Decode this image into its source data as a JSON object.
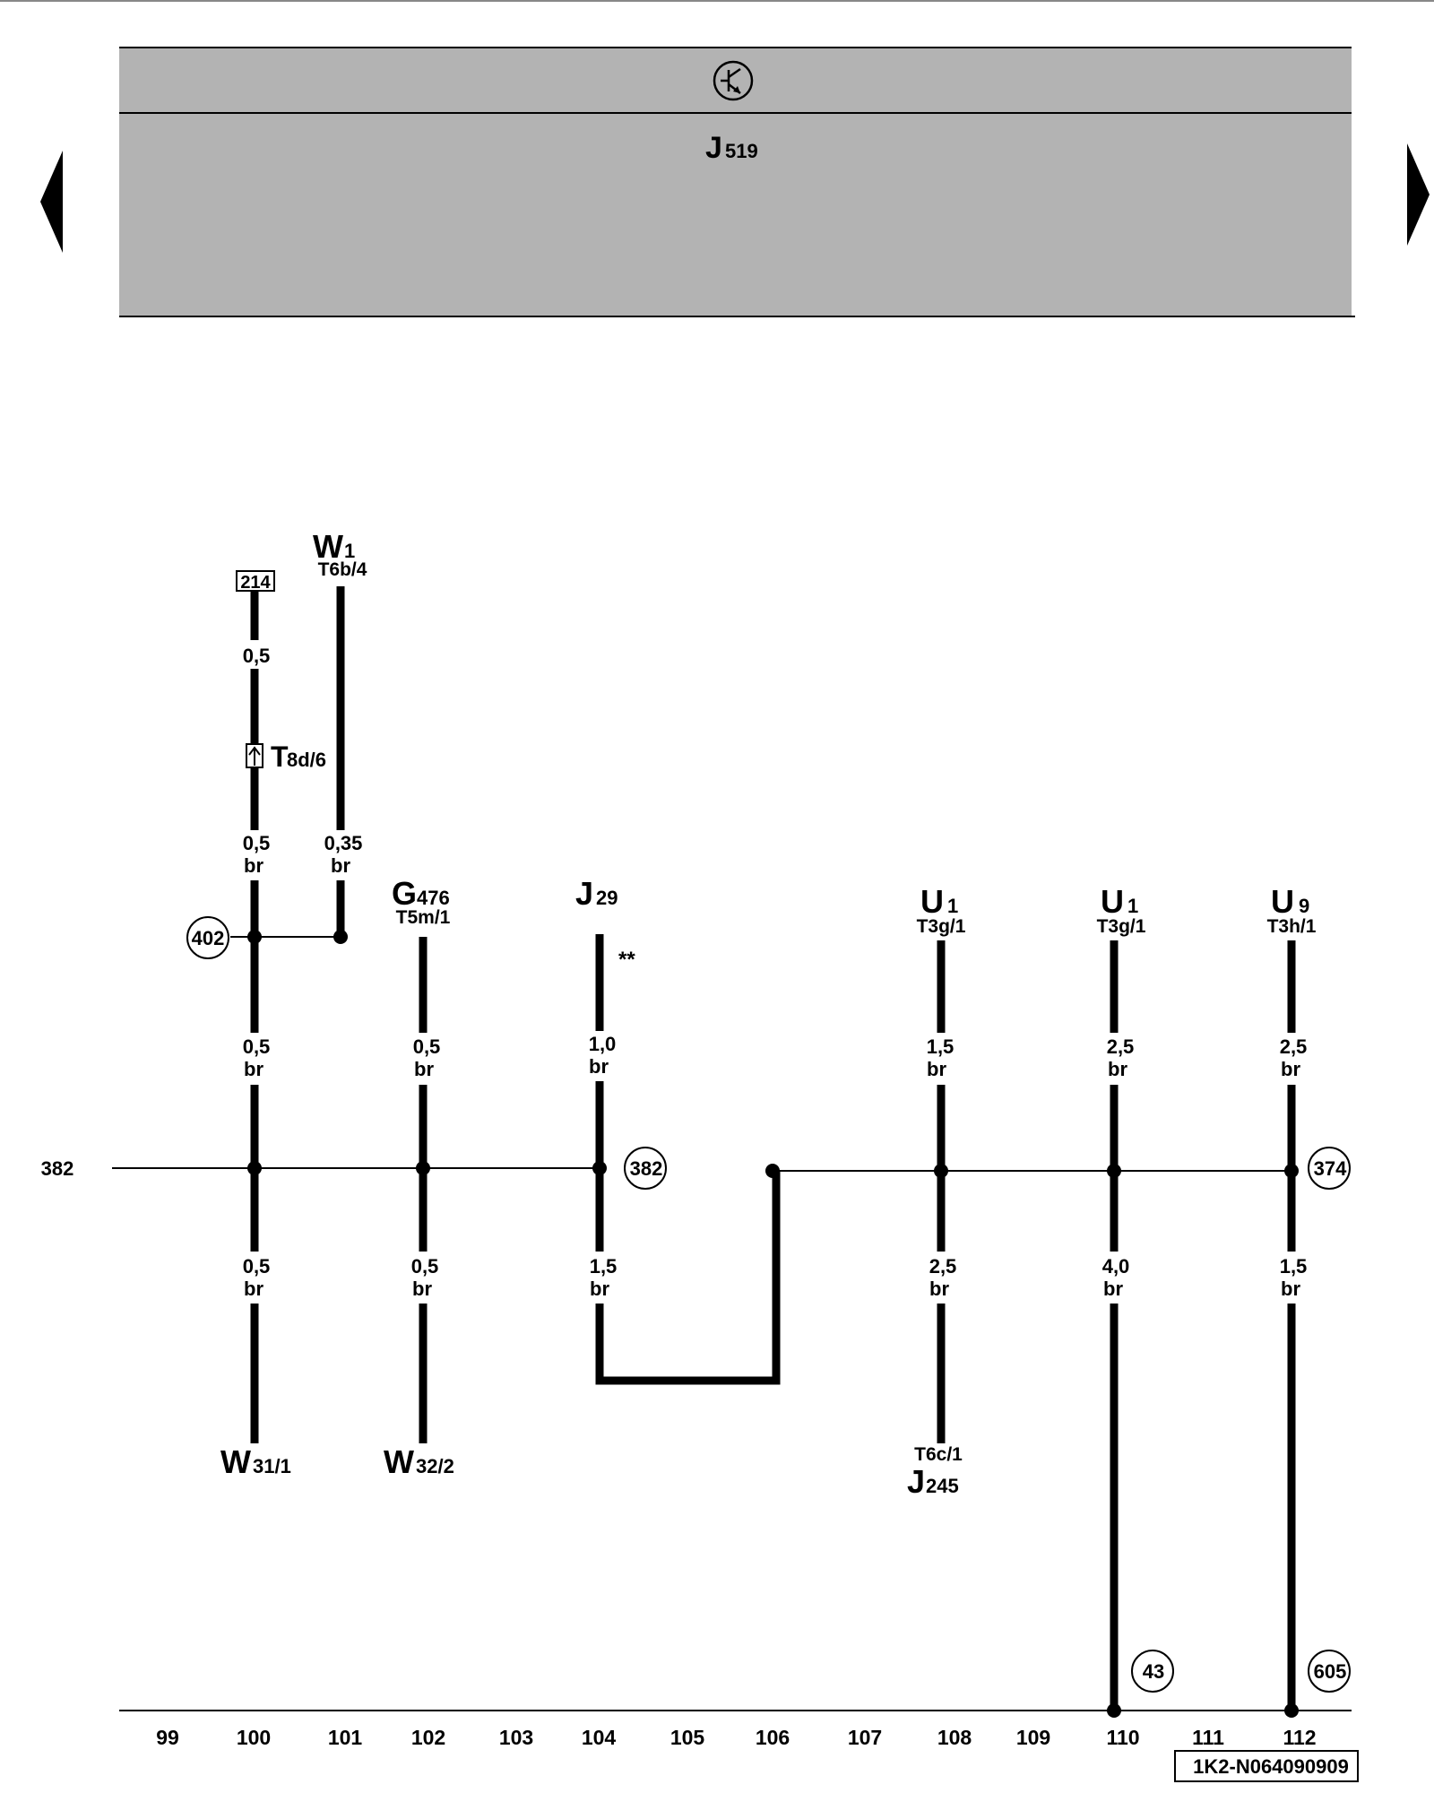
{
  "header": {
    "symbol_icon": "transistor-symbol-icon",
    "module_main": "J",
    "module_sub": "519"
  },
  "nav": {
    "prev_icon": "left-arrow-icon",
    "next_icon": "right-arrow-icon"
  },
  "components_top": {
    "w1": {
      "main": "W",
      "sub": "1",
      "pin": "T6b/4"
    },
    "g476": {
      "main": "G",
      "sub": "476",
      "pin": "T5m/1"
    },
    "j29": {
      "main": "J",
      "sub": "29",
      "note": "**"
    },
    "u1a": {
      "main": "U",
      "sub": "1",
      "pin": "T3g/1"
    },
    "u1b": {
      "main": "U",
      "sub": "1",
      "pin": "T3g/1"
    },
    "u9": {
      "main": "U",
      "sub": "9",
      "pin": "T3h/1"
    }
  },
  "ref_box": "214",
  "connector": {
    "main": "T",
    "sub": "8d/6"
  },
  "wires": {
    "w100_top": {
      "size": "0,5"
    },
    "w100_mid1": {
      "size": "0,5",
      "color": "br"
    },
    "w101": {
      "size": "0,35",
      "color": "br"
    },
    "w100_mid2": {
      "size": "0,5",
      "color": "br"
    },
    "w102_mid": {
      "size": "0,5",
      "color": "br"
    },
    "w104_mid": {
      "size": "1,0",
      "color": "br"
    },
    "w108_mid": {
      "size": "1,5",
      "color": "br"
    },
    "w110_mid": {
      "size": "2,5",
      "color": "br"
    },
    "w112_mid": {
      "size": "2,5",
      "color": "br"
    },
    "w100_bot": {
      "size": "0,5",
      "color": "br"
    },
    "w102_bot": {
      "size": "0,5",
      "color": "br"
    },
    "w104_bot": {
      "size": "1,5",
      "color": "br"
    },
    "w108_bot": {
      "size": "2,5",
      "color": "br"
    },
    "w110_bot": {
      "size": "4,0",
      "color": "br"
    },
    "w112_bot": {
      "size": "1,5",
      "color": "br"
    }
  },
  "circle_refs": {
    "r402": "402",
    "r382": "382",
    "r374": "374",
    "r43": "43",
    "r605": "605"
  },
  "left_ref": "382",
  "components_bottom": {
    "w31": {
      "main": "W",
      "sub": "31/1"
    },
    "w32": {
      "main": "W",
      "sub": "32/2"
    },
    "j245": {
      "main": "J",
      "sub": "245",
      "pin": "T6c/1"
    }
  },
  "scale": [
    "99",
    "100",
    "101",
    "102",
    "103",
    "104",
    "105",
    "106",
    "107",
    "108",
    "109",
    "110",
    "111",
    "112"
  ],
  "doc_id": "1K2-N064090909"
}
